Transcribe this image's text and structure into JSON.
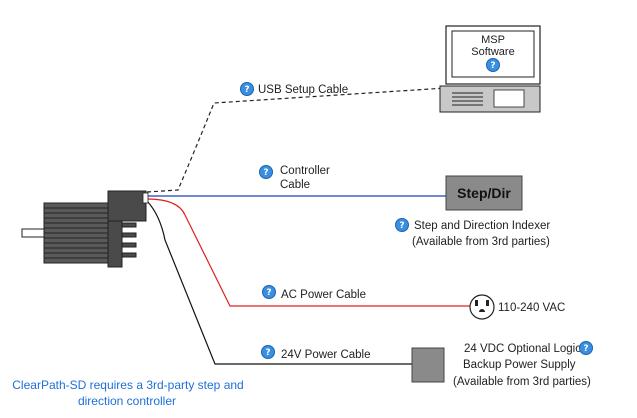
{
  "labels": {
    "usb_cable": "USB Setup Cable",
    "controller_cable_1": "Controller",
    "controller_cable_2": "Cable",
    "ac_cable": "AC Power Cable",
    "v24_cable": "24V Power Cable",
    "indexer_1": "Step and Direction Indexer",
    "indexer_2": "(Available from 3rd parties)",
    "vac": "110-240 VAC",
    "logic_1": "24 VDC Optional Logic",
    "logic_2": "Backup Power Supply",
    "logic_3": "(Available from 3rd parties)",
    "step_dir_box": "Step/Dir",
    "msp_1": "MSP",
    "msp_2": "Software",
    "note_1": "ClearPath-SD requires a 3rd-party step and",
    "note_2": "direction controller",
    "help_glyph": "?"
  },
  "colors": {
    "usb_cable": "#222222",
    "controller_cable": "#1f3fbf",
    "ac_cable": "#e02020",
    "v24_cable": "#111111",
    "help_icon": "#3a8fe0",
    "note_text": "#1e6fd9",
    "box_fill": "#8a8a8a"
  },
  "icons": [
    "help-icon",
    "computer-icon",
    "motor-icon",
    "outlet-icon"
  ]
}
